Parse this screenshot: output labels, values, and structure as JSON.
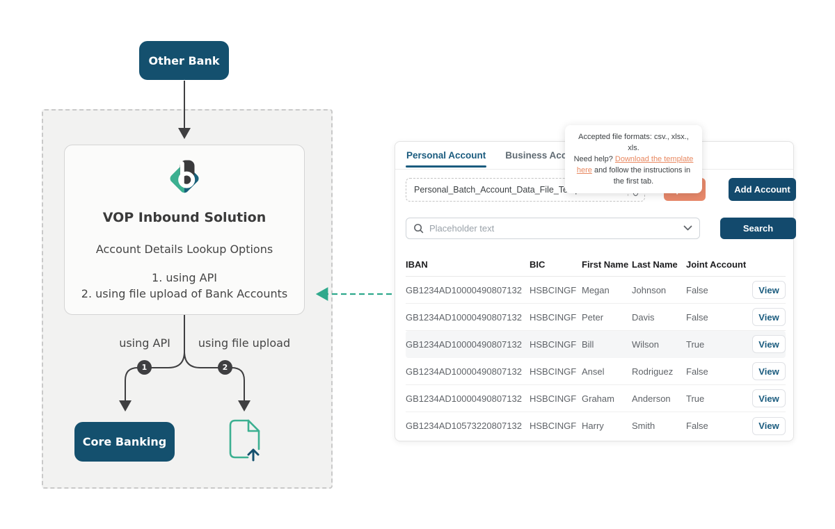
{
  "diagram": {
    "other_bank_label": "Other Bank",
    "box": {
      "title": "VOP Inbound Solution",
      "subtitle": "Account Details Lookup Options",
      "option1": "1. using API",
      "option2": "2. using file upload of Bank Accounts"
    },
    "branch1_label": "using API",
    "branch2_label": "using file upload",
    "badge1": "1",
    "badge2": "2",
    "core_banking_label": "Core Banking"
  },
  "panel": {
    "tabs": [
      {
        "label": "Personal Account"
      },
      {
        "label": "Business Account"
      }
    ],
    "tooltip": {
      "line1": "Accepted file formats: csv., xlsx., xls.",
      "line2_prefix": "Need help? ",
      "link_text": "Download the template here",
      "line2_suffix": " and follow the instructions in the first tab."
    },
    "upload": {
      "filename": "Personal_Batch_Account_Data_File_Template.csv",
      "clear_icon": "close-icon",
      "help_icon": "question-circle-icon",
      "upload_label": "Upload",
      "add_account_label": "Add Account"
    },
    "search": {
      "placeholder": "Placeholder text",
      "button_label": "Search"
    },
    "table": {
      "headers": [
        "IBAN",
        "BIC",
        "First Name",
        "Last Name",
        "Joint Account"
      ],
      "action_label": "View",
      "rows": [
        {
          "iban": "GB1234AD10000490807132",
          "bic": "HSBCINGF",
          "first": "Megan",
          "last": "Johnson",
          "joint": "False",
          "highlight": false
        },
        {
          "iban": "GB1234AD10000490807132",
          "bic": "HSBCINGF",
          "first": "Peter",
          "last": "Davis",
          "joint": "False",
          "highlight": false
        },
        {
          "iban": "GB1234AD10000490807132",
          "bic": "HSBCINGF",
          "first": "Bill",
          "last": "Wilson",
          "joint": "True",
          "highlight": true
        },
        {
          "iban": "GB1234AD10000490807132",
          "bic": "HSBCINGF",
          "first": "Ansel",
          "last": "Rodriguez",
          "joint": "False",
          "highlight": false
        },
        {
          "iban": "GB1234AD10000490807132",
          "bic": "HSBCINGF",
          "first": "Graham",
          "last": "Anderson",
          "joint": "True",
          "highlight": false
        },
        {
          "iban": "GB1234AD10573220807132",
          "bic": "HSBCINGF",
          "first": "Harry",
          "last": "Smith",
          "joint": "False",
          "highlight": false
        }
      ]
    }
  },
  "colors": {
    "navy": "#14506E",
    "button_navy": "#134A6D",
    "salmon": "#E8896B",
    "teal": "#35AE8D",
    "dark_teal": "#19607A",
    "charcoal": "#3F3F41",
    "tab_active": "#1A5B7E",
    "link": "#E8875F",
    "diagram_bg": "#F2F2F1"
  }
}
